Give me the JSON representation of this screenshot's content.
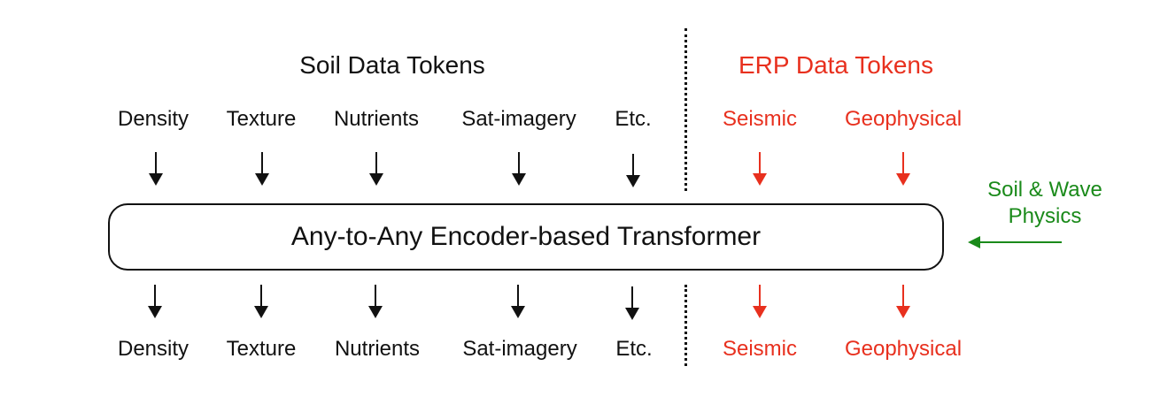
{
  "soil_group": {
    "title": "Soil Data Tokens",
    "color": "#111111",
    "inputs": [
      "Density",
      "Texture",
      "Nutrients",
      "Sat-imagery",
      "Etc."
    ],
    "outputs": [
      "Density",
      "Texture",
      "Nutrients",
      "Sat-imagery",
      "Etc."
    ]
  },
  "erp_group": {
    "title": "ERP Data Tokens",
    "color": "#e8301e",
    "inputs": [
      "Seismic",
      "Geophysical"
    ],
    "outputs": [
      "Seismic",
      "Geophysical"
    ]
  },
  "model": {
    "label": "Any-to-Any Encoder-based Transformer"
  },
  "physics": {
    "line1": "Soil & Wave",
    "line2": "Physics",
    "color": "#1a8a1a"
  }
}
